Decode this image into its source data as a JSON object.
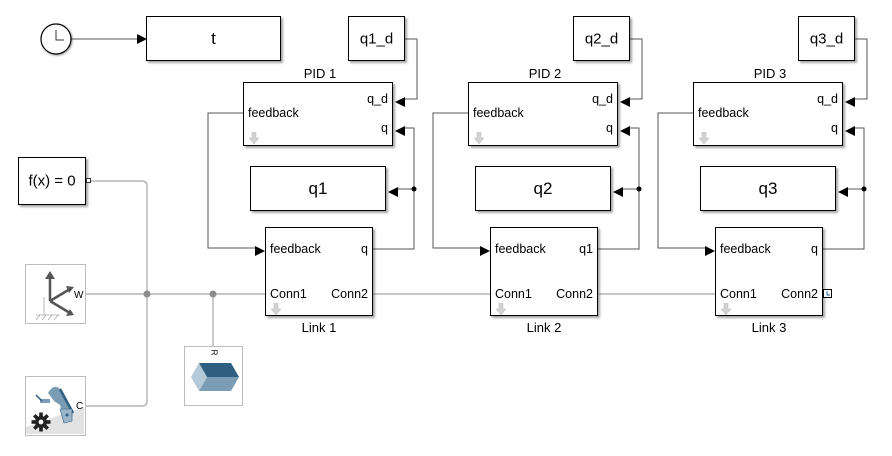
{
  "diagram": {
    "type": "simulink-model",
    "clock": {
      "icon": "clock-icon"
    },
    "time_display": {
      "label": "t"
    },
    "solver": {
      "label": "f(x) = 0"
    },
    "world_frame": {
      "port": "W",
      "icon": "world-frame-icon"
    },
    "mech_config": {
      "port": "C",
      "icon": "mechanism-configuration-icon"
    },
    "solid": {
      "port": "R",
      "icon": "solid-brick-icon"
    },
    "joints": [
      {
        "setpoint": "q1_d",
        "pid": {
          "title": "PID 1",
          "in_feedback": "feedback",
          "port_qd": "q_d",
          "port_q": "q"
        },
        "scope": "q1",
        "link": {
          "title": "Link 1",
          "in_feedback": "feedback",
          "out": "q",
          "conn1": "Conn1",
          "conn2": "Conn2"
        }
      },
      {
        "setpoint": "q2_d",
        "pid": {
          "title": "PID 2",
          "in_feedback": "feedback",
          "port_qd": "q_d",
          "port_q": "q"
        },
        "scope": "q2",
        "link": {
          "title": "Link 2",
          "in_feedback": "feedback",
          "out": "q1",
          "conn1": "Conn1",
          "conn2": "Conn2"
        }
      },
      {
        "setpoint": "q3_d",
        "pid": {
          "title": "PID 3",
          "in_feedback": "feedback",
          "port_qd": "q_d",
          "port_q": "q"
        },
        "scope": "q3",
        "link": {
          "title": "Link 3",
          "in_feedback": "feedback",
          "out": "q",
          "conn1": "Conn1",
          "conn2": "Conn2"
        }
      }
    ],
    "colors": {
      "signal_line": "#555555",
      "physical_line": "#a6a6a6",
      "junction": "#8c8c8c",
      "solid_dark": "#2e5f80",
      "solid_mid": "#7a9db5",
      "solid_light": "#b4cad8"
    }
  }
}
